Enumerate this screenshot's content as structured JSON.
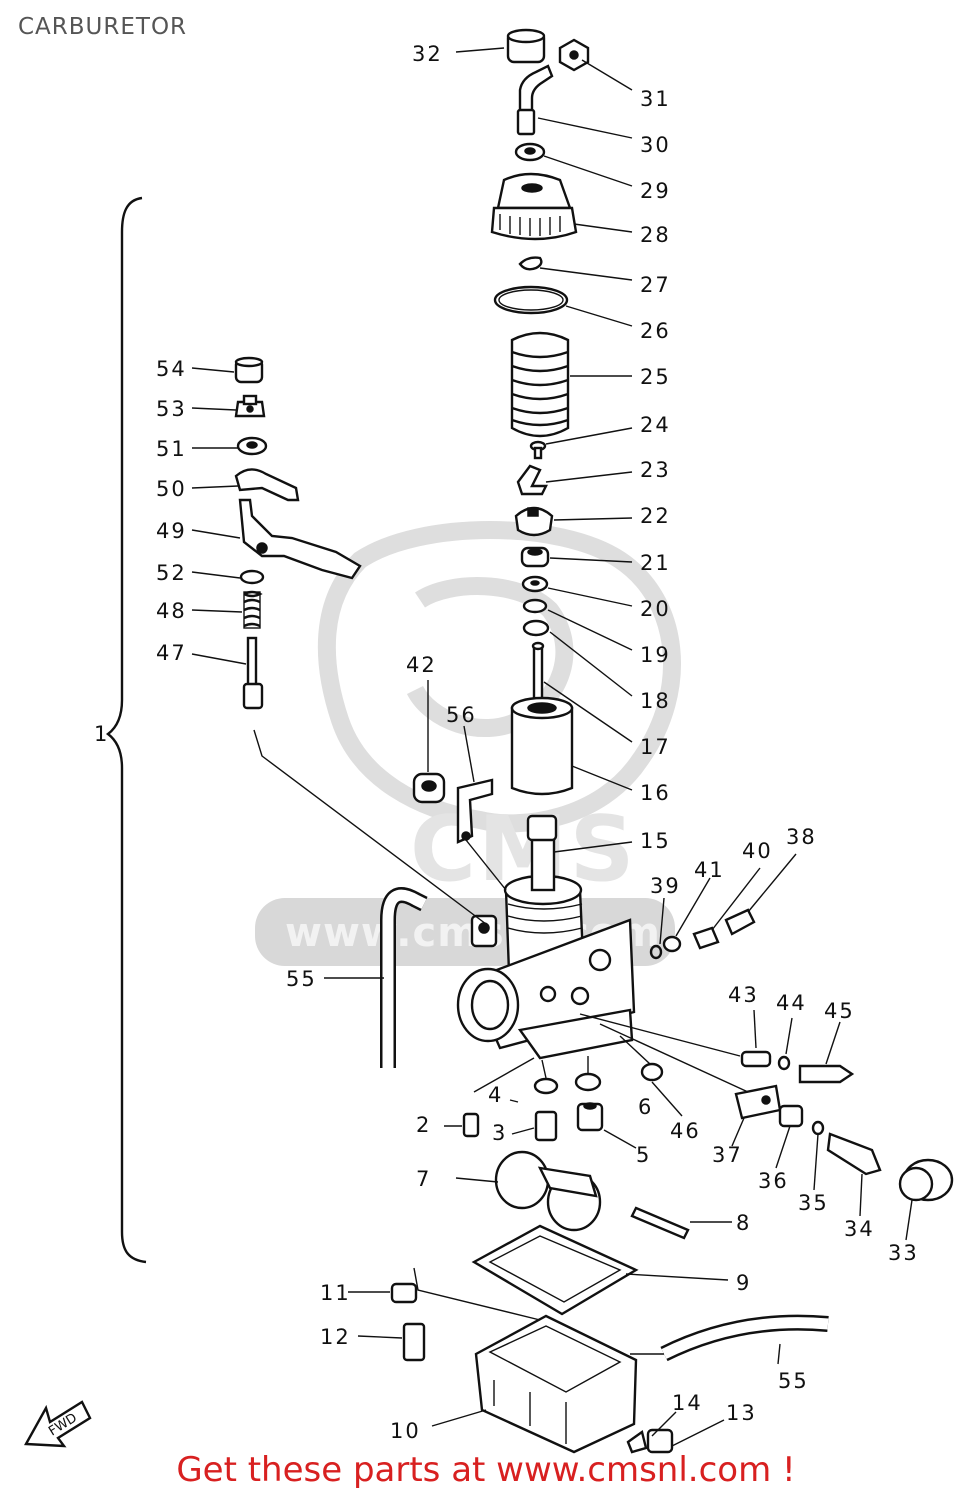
{
  "title": "CARBURETOR",
  "footer": "Get these parts at www.cmsnl.com !",
  "watermark": "www.cmsnl.com",
  "fwd_label": "FWD",
  "assembly_label": "1",
  "labels": {
    "l2": "2",
    "l3": "3",
    "l4": "4",
    "l5": "5",
    "l6": "6",
    "l7": "7",
    "l8": "8",
    "l9": "9",
    "l10": "10",
    "l11": "11",
    "l12": "12",
    "l13": "13",
    "l14": "14",
    "l15": "15",
    "l16": "16",
    "l17": "17",
    "l18": "18",
    "l19": "19",
    "l20": "20",
    "l21": "21",
    "l22": "22",
    "l23": "23",
    "l24": "24",
    "l25": "25",
    "l26": "26",
    "l27": "27",
    "l28": "28",
    "l29": "29",
    "l30": "30",
    "l31": "31",
    "l32": "32",
    "l33": "33",
    "l34": "34",
    "l35": "35",
    "l36": "36",
    "l37": "37",
    "l38": "38",
    "l39": "39",
    "l40": "40",
    "l41": "41",
    "l42": "42",
    "l43": "43",
    "l44": "44",
    "l45": "45",
    "l46": "46",
    "l47": "47",
    "l48": "48",
    "l49": "49",
    "l50": "50",
    "l51": "51",
    "l52": "52",
    "l53": "53",
    "l54": "54",
    "l55a": "55",
    "l55b": "55",
    "l56": "56"
  }
}
